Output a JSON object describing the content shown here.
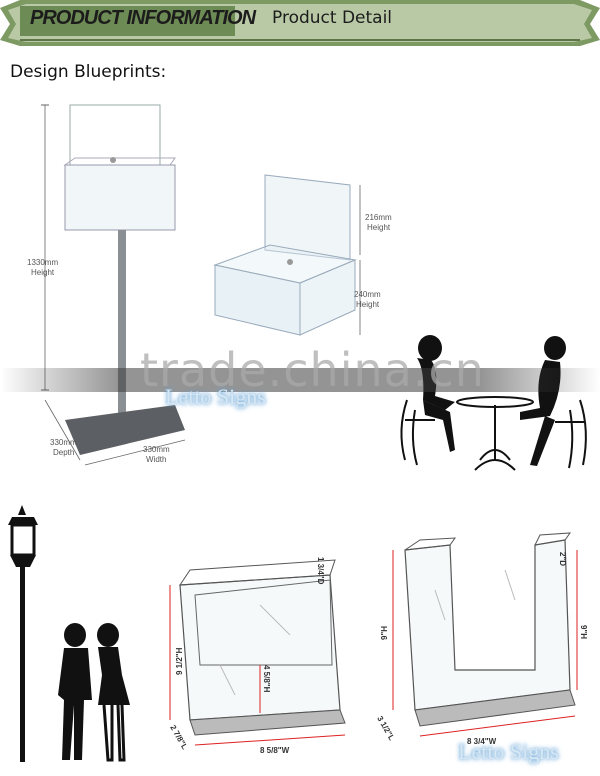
{
  "header": {
    "title": "PRODUCT INFORMATION",
    "subtitle": "Product Detail"
  },
  "section": {
    "title": "Design Blueprints:"
  },
  "stand_box": {
    "height_value": "1330mm",
    "height_label": "Height",
    "depth_value": "330mm",
    "depth_label": "Depth",
    "width_value": "330mm",
    "width_label": "Width"
  },
  "chair_box": {
    "upper_value": "216mm",
    "upper_label": "Height",
    "lower_value": "240mm",
    "lower_label": "Height"
  },
  "holder_single": {
    "depth": "1 3/4\"D",
    "height": "9 1/2\"H",
    "inner_height": "4 5/8\"H",
    "length": "2 7/8\"L",
    "width": "8 5/8\"W"
  },
  "holder_double": {
    "depth": "2\"D",
    "height_left": "9\"H",
    "height_right": "9\"H",
    "length": "3 1/2\"L",
    "width": "8 3/4\"W"
  },
  "watermark": "trade.china.cn",
  "brand": "Letto Signs",
  "colors": {
    "ribbon_green": "#7e9a63",
    "ribbon_light": "#b9c9a5"
  }
}
